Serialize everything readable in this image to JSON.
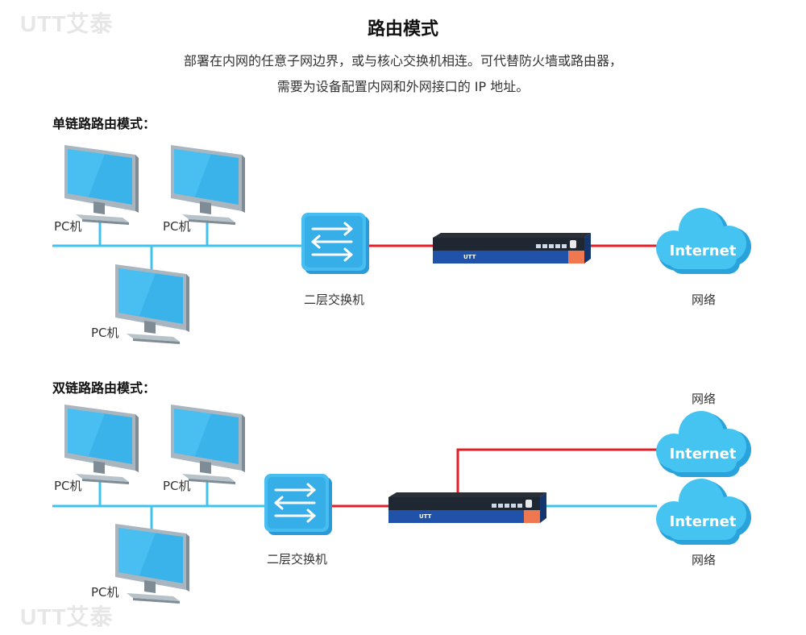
{
  "watermark": {
    "text": "UTT艾泰"
  },
  "header": {
    "title": "路由模式",
    "desc_line1": "部署在内网的任意子网边界，或与核心交换机相连。可代替防火墙或路由器，",
    "desc_line2": "需要为设备配置内网和外网接口的 IP 地址。"
  },
  "section1": {
    "heading": "单链路路由模式：",
    "pc_labels": [
      "PC机",
      "PC机",
      "PC机"
    ],
    "switch_label": "二层交换机",
    "network_label": "网络",
    "cloud_text": "Internet",
    "router_brand": "UTT"
  },
  "section2": {
    "heading": "双链路路由模式：",
    "pc_labels": [
      "PC机",
      "PC机",
      "PC机"
    ],
    "switch_label": "二层交换机",
    "network_labels": [
      "网络",
      "网络"
    ],
    "cloud_text": [
      "Internet",
      "Internet"
    ],
    "router_brand": "UTT"
  },
  "colors": {
    "lan_line": "#3fc3ee",
    "wan_line": "#e41e26",
    "router_body": "#1e4fa0",
    "router_accent": "#f07850",
    "cloud": "#3fc3ee",
    "monitor_screen": "#3ab0e8",
    "monitor_frame": "#a8b4bd"
  },
  "icons": {
    "pc": "desktop-monitor-icon",
    "switch": "layer2-switch-icon",
    "router": "utt-router-icon",
    "cloud": "internet-cloud-icon"
  }
}
